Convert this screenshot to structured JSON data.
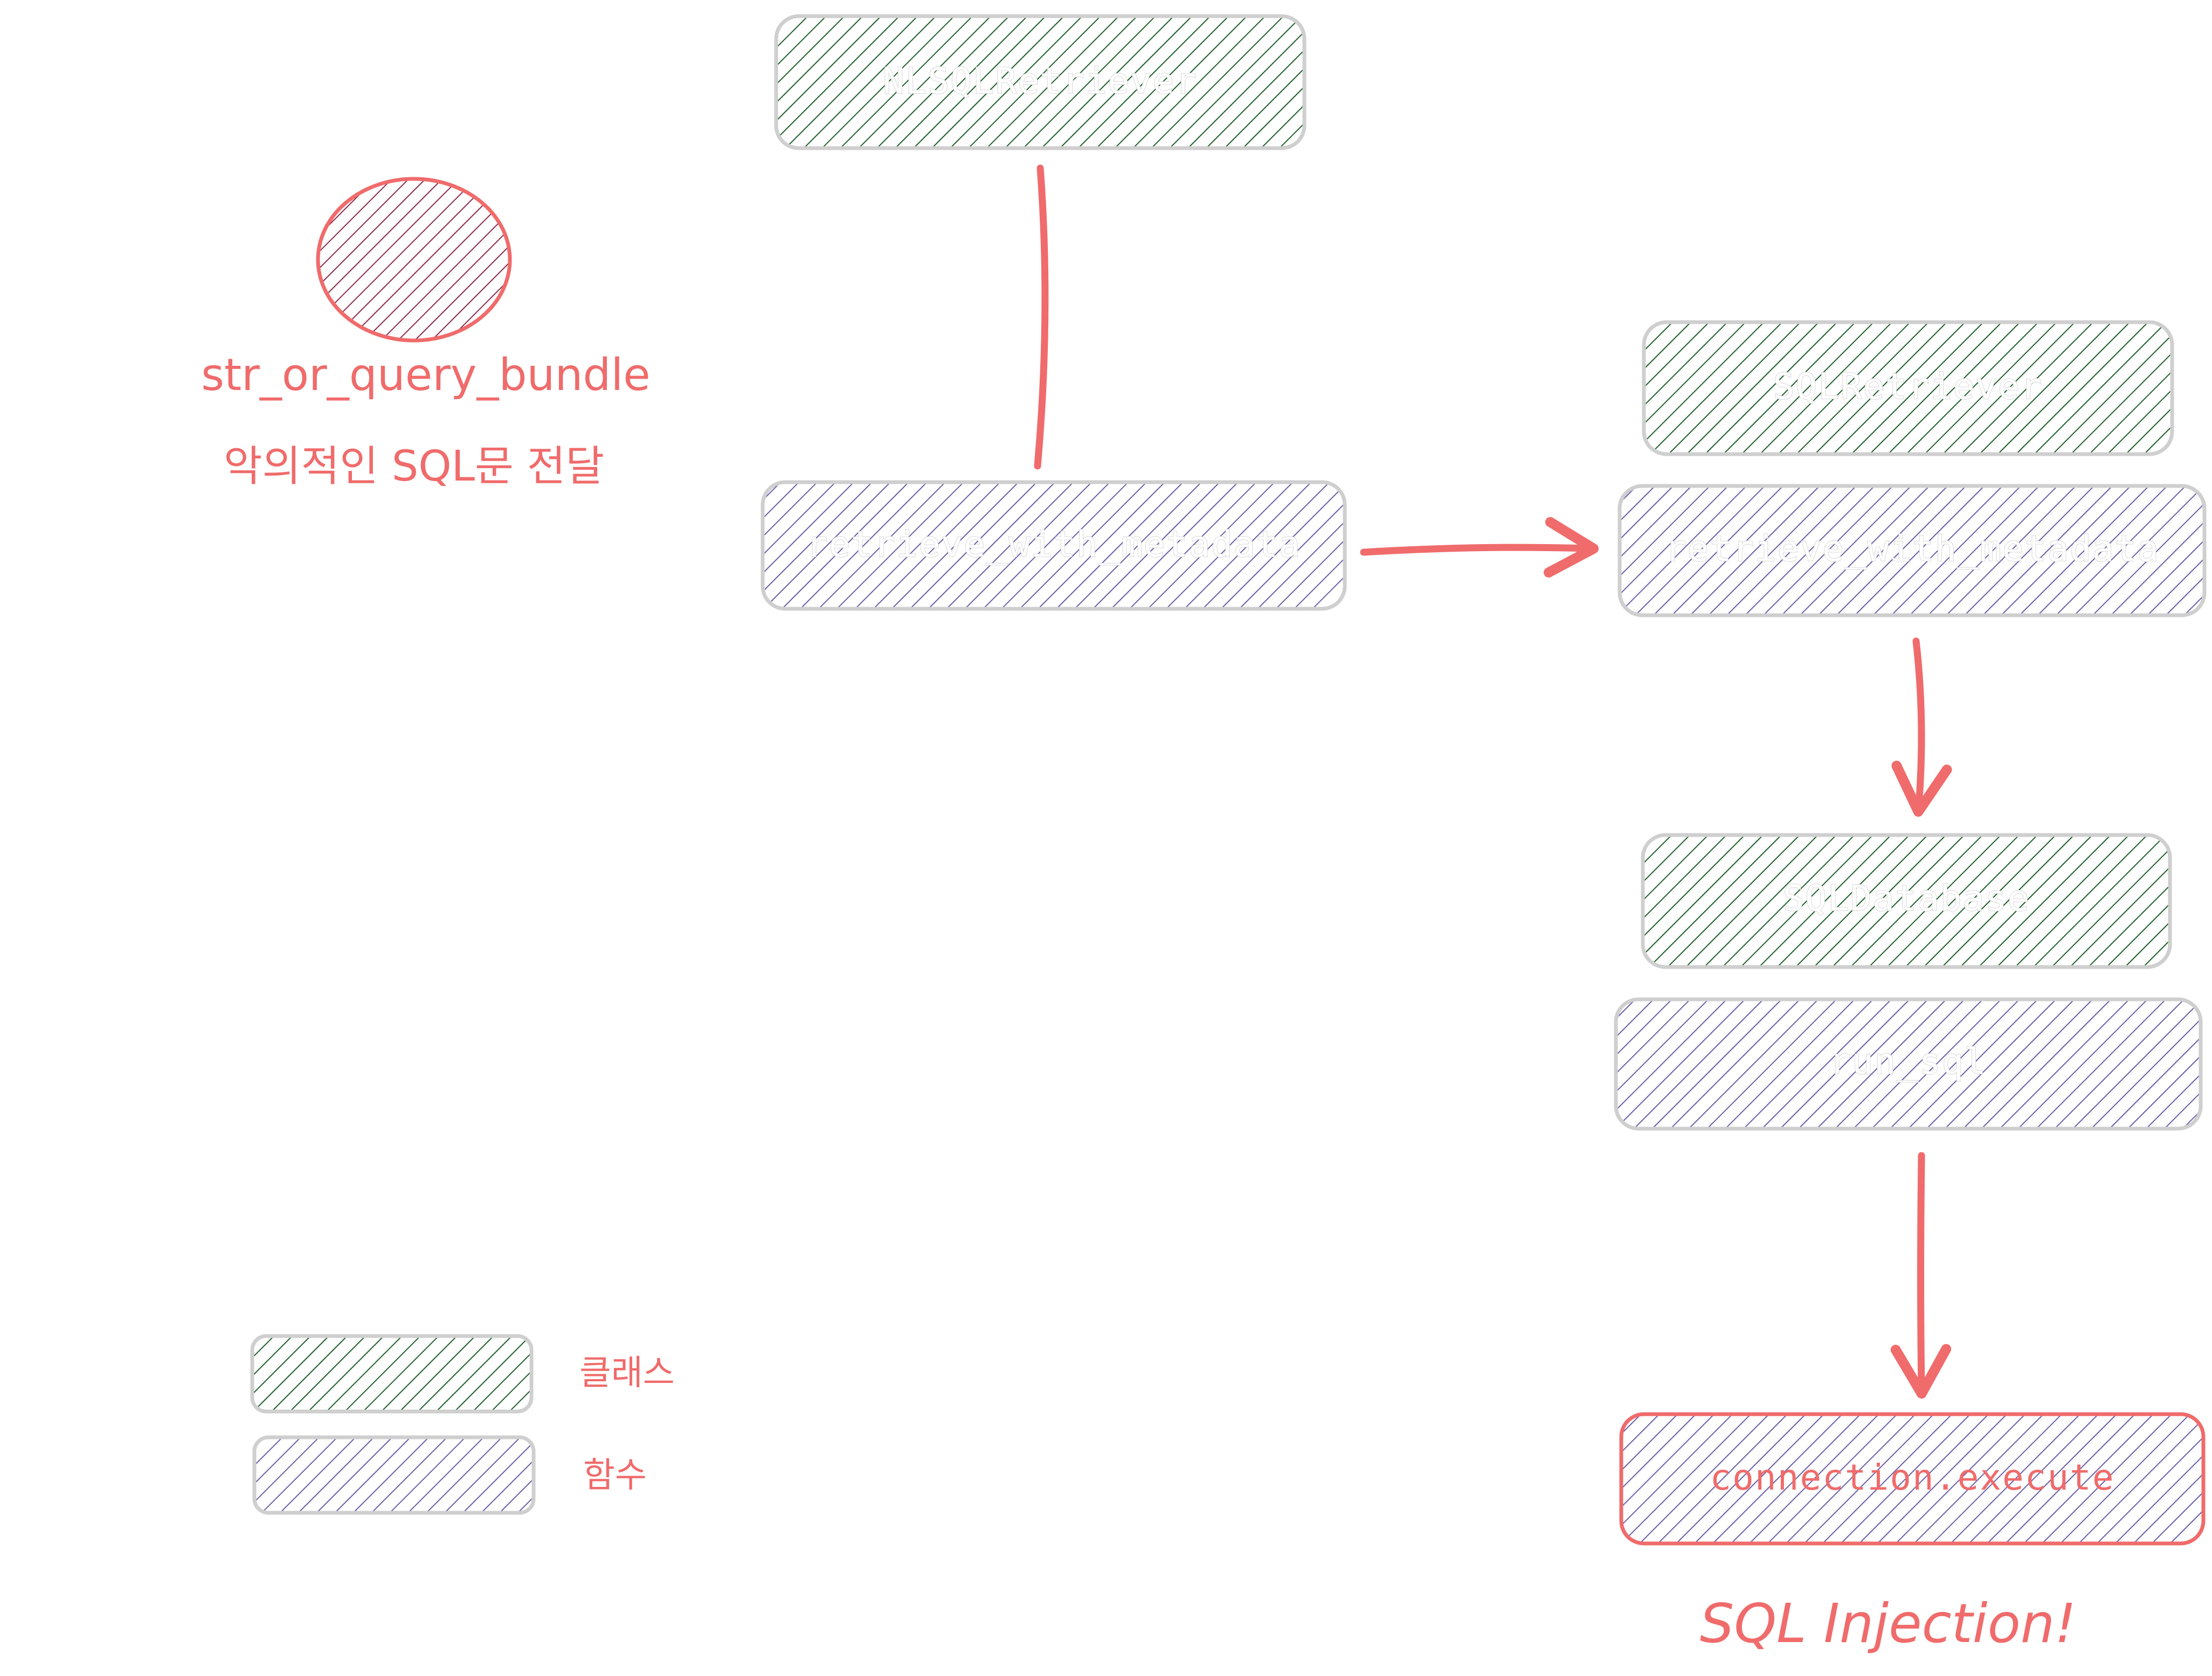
{
  "diagram": {
    "nodes": {
      "nlsql_retriever": {
        "label": "NLSQLRetriever",
        "kind": "class"
      },
      "retrieve_with_metadata_left": {
        "label": "retrieve_with_metadata",
        "kind": "function"
      },
      "sql_retriever": {
        "label": "SQLRetriever",
        "kind": "class"
      },
      "retrieve_with_metadata_right": {
        "label": "retrieve_with_metadata",
        "kind": "function"
      },
      "sql_database": {
        "label": "SQLDatabase",
        "kind": "class"
      },
      "run_sql": {
        "label": "run_sql",
        "kind": "function"
      },
      "connection_execute": {
        "label": "connection.execute",
        "kind": "function-danger"
      }
    },
    "input": {
      "name": "str_or_query_bundle",
      "caption": "악의적인 SQL문 전달"
    },
    "result_label": "SQL Injection!",
    "legend": {
      "class_label": "클래스",
      "function_label": "함수"
    },
    "colors": {
      "class_hatch": "#1e5f2a",
      "function_hatch": "#6a5fa8",
      "accent": "#f06b6b",
      "box_border": "#cfcfcf"
    }
  }
}
